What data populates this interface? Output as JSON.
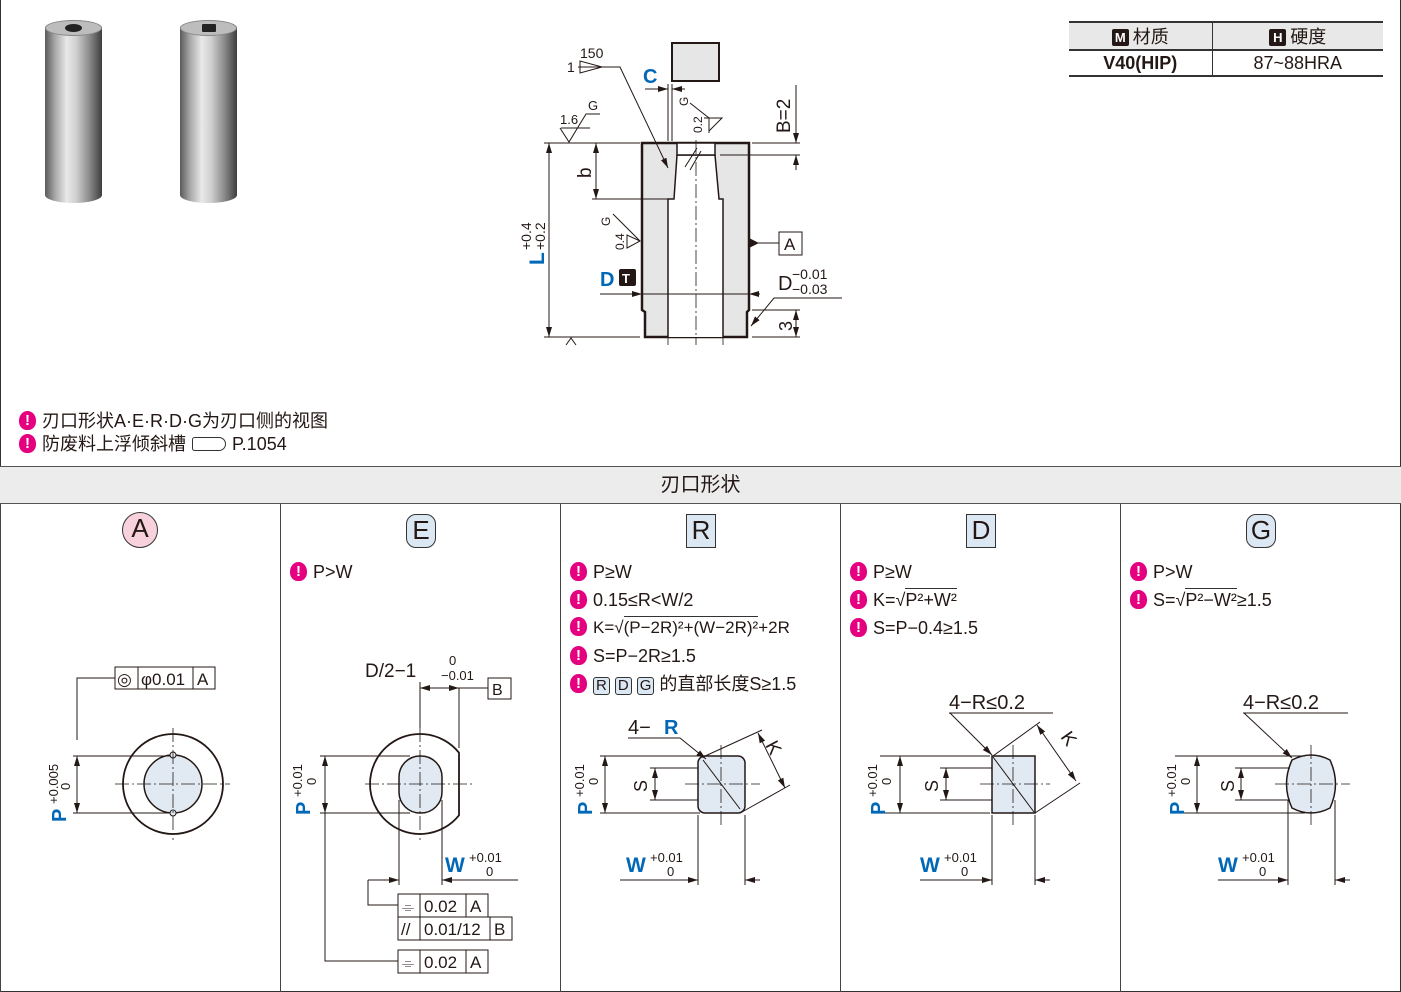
{
  "material_table": {
    "m_badge": "M",
    "m_label": "材质",
    "h_badge": "H",
    "h_label": "硬度",
    "m_value": "V40(HIP)",
    "h_value": "87~88HRA"
  },
  "drawing": {
    "r150": "150",
    "r1": "1",
    "c": "C",
    "g1": "G",
    "r16": "1.6",
    "g2": "G",
    "r02": "0.2",
    "b_eq": "B=2",
    "b": "b",
    "g3": "G",
    "r04": "0.4",
    "L": "L",
    "L_up": "+0.4",
    "L_lo": "+0.2",
    "datum_a": "A",
    "D": "D",
    "t_badge": "T",
    "D2": "D",
    "D_up": "−0.01",
    "D_lo": "−0.03",
    "three": "3"
  },
  "notes": [
    {
      "text": "刃口形状A·E·R·D·G为刃口侧的视图"
    },
    {
      "text": "防废料上浮倾斜槽",
      "ref": "P.1054"
    }
  ],
  "section_title": "刃口形状",
  "shapes": {
    "A": {
      "label": "A",
      "fcf": [
        "◎",
        "φ0.01",
        "A"
      ],
      "P": "P",
      "P_up": "+0.005",
      "P_lo": "0"
    },
    "E": {
      "label": "E",
      "notes": [
        "P>W"
      ],
      "dim": "D/2−1",
      "dim_up": "0",
      "dim_lo": "−0.01",
      "datum": "B",
      "P": "P",
      "P_up": "+0.01",
      "P_lo": "0",
      "W": "W",
      "W_up": "+0.01",
      "W_lo": "0",
      "fcf1": [
        "⌯",
        "0.02",
        "A"
      ],
      "fcf2": [
        "//",
        "0.01/12",
        "B"
      ],
      "fcf3": [
        "⌯",
        "0.02",
        "A"
      ]
    },
    "R": {
      "label": "R",
      "notes": [
        "P≥W",
        "0.15≤R<W/2",
        "S=P−2R≥1.5"
      ],
      "k_pre": "K=√",
      "k_root": "(P−2R)²+(W−2R)²",
      "k_post": "+2R",
      "badges": [
        "R",
        "D",
        "G"
      ],
      "straight": "的直部长度S≥1.5",
      "corner": "4−",
      "corner_r": "R",
      "K": "K",
      "S": "S",
      "P": "P",
      "P_up": "+0.01",
      "P_lo": "0",
      "W": "W",
      "W_up": "+0.01",
      "W_lo": "0"
    },
    "D": {
      "label": "D",
      "notes": [
        "P≥W",
        "S=P−0.4≥1.5"
      ],
      "k_pre": "K=√",
      "k_root": "P²+W²",
      "corner": "4−R≤0.2",
      "K": "K",
      "S": "S",
      "P": "P",
      "P_up": "+0.01",
      "P_lo": "0",
      "W": "W",
      "W_up": "+0.01",
      "W_lo": "0"
    },
    "G": {
      "label": "G",
      "notes": [
        "P>W"
      ],
      "s_pre": "S=√",
      "s_root": "P²−W²",
      "s_post": "≥1.5",
      "corner": "4−R≤0.2",
      "S": "S",
      "P": "P",
      "P_up": "+0.01",
      "P_lo": "0",
      "W": "W",
      "W_up": "+0.01",
      "W_lo": "0"
    }
  }
}
